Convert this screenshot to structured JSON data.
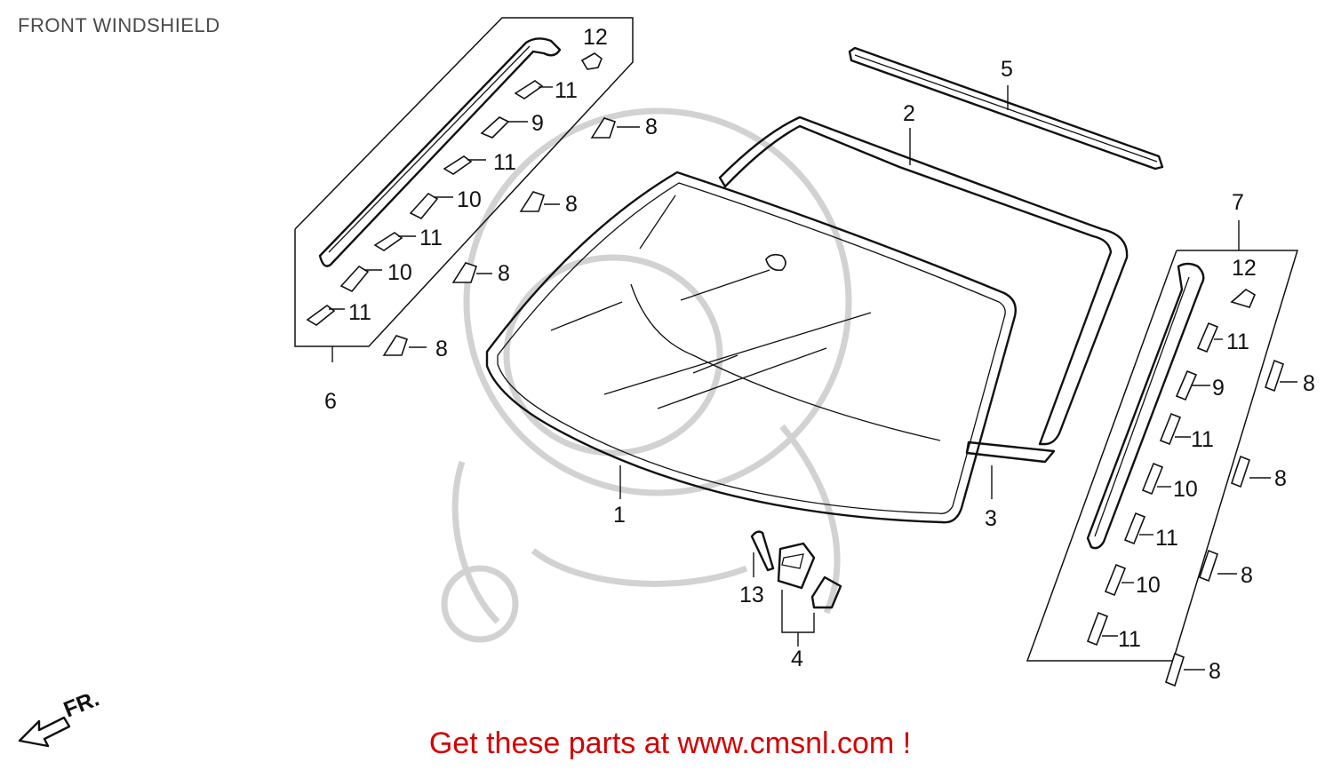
{
  "title": "FRONT WINDSHIELD",
  "footer": "Get these parts at www.cmsnl.com !",
  "direction_label": "FR.",
  "colors": {
    "footer_text": "#d40000",
    "title_text": "#4a4a4a",
    "line_art": "#111111",
    "watermark": "#d2d2d2"
  },
  "callouts": {
    "c1": "1",
    "c2": "2",
    "c3": "3",
    "c4": "4",
    "c5": "5",
    "c6": "6",
    "c7": "7",
    "l12": "12",
    "l11a": "11",
    "l9a": "9",
    "l8a": "8",
    "l11b": "11",
    "l8b": "8",
    "l10a": "10",
    "l11c": "11",
    "l8c": "8",
    "l10b": "10",
    "l11d": "11",
    "l8d": "8",
    "r12": "12",
    "r11a": "11",
    "r8a": "8",
    "r9": "9",
    "r11b": "11",
    "r8b": "8",
    "r10a": "10",
    "r11c": "11",
    "r8c": "8",
    "r10b": "10",
    "r11d": "11",
    "r8d": "8",
    "c13": "13"
  }
}
